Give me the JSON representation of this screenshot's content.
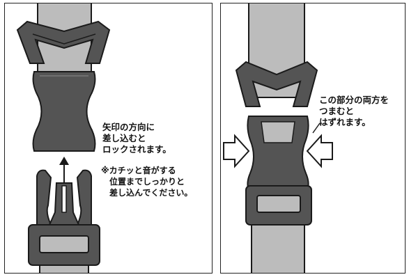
{
  "left_panel": {
    "instruction": "矢印の方向に\n差し込むと\nロックされます。",
    "note": "※カチッと音がする\n　位置までしっかりと\n　差し込んでください。"
  },
  "right_panel": {
    "instruction": "この部分の両方を\nつまむと\nはずれます。"
  },
  "colors": {
    "strap": "#bcbcbc",
    "buckle": "#545454",
    "outline": "#1a1a1a",
    "panel_border": "#222222"
  }
}
